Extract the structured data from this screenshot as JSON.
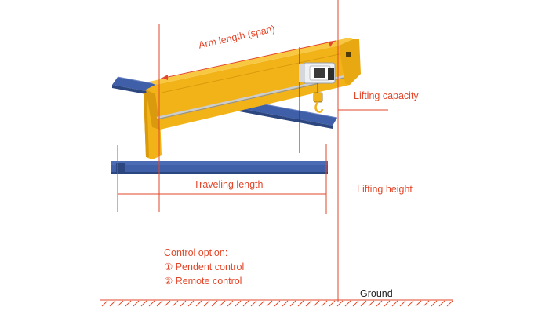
{
  "labels": {
    "arm_length": "Arm length (span)",
    "lifting_capacity": "Lifting capacity",
    "lifting_height": "Lifting height",
    "traveling_length": "Traveling length",
    "ground": "Ground"
  },
  "control": {
    "heading": "Control option:",
    "options": [
      {
        "marker": "①",
        "label": "Pendent control"
      },
      {
        "marker": "②",
        "label": "Remote control"
      }
    ]
  },
  "colors": {
    "crane_yellow": "#f2b318",
    "rail_blue": "#3f5fa8",
    "dimension_red": "#e2472a",
    "hoist_white": "#eef0f2"
  }
}
